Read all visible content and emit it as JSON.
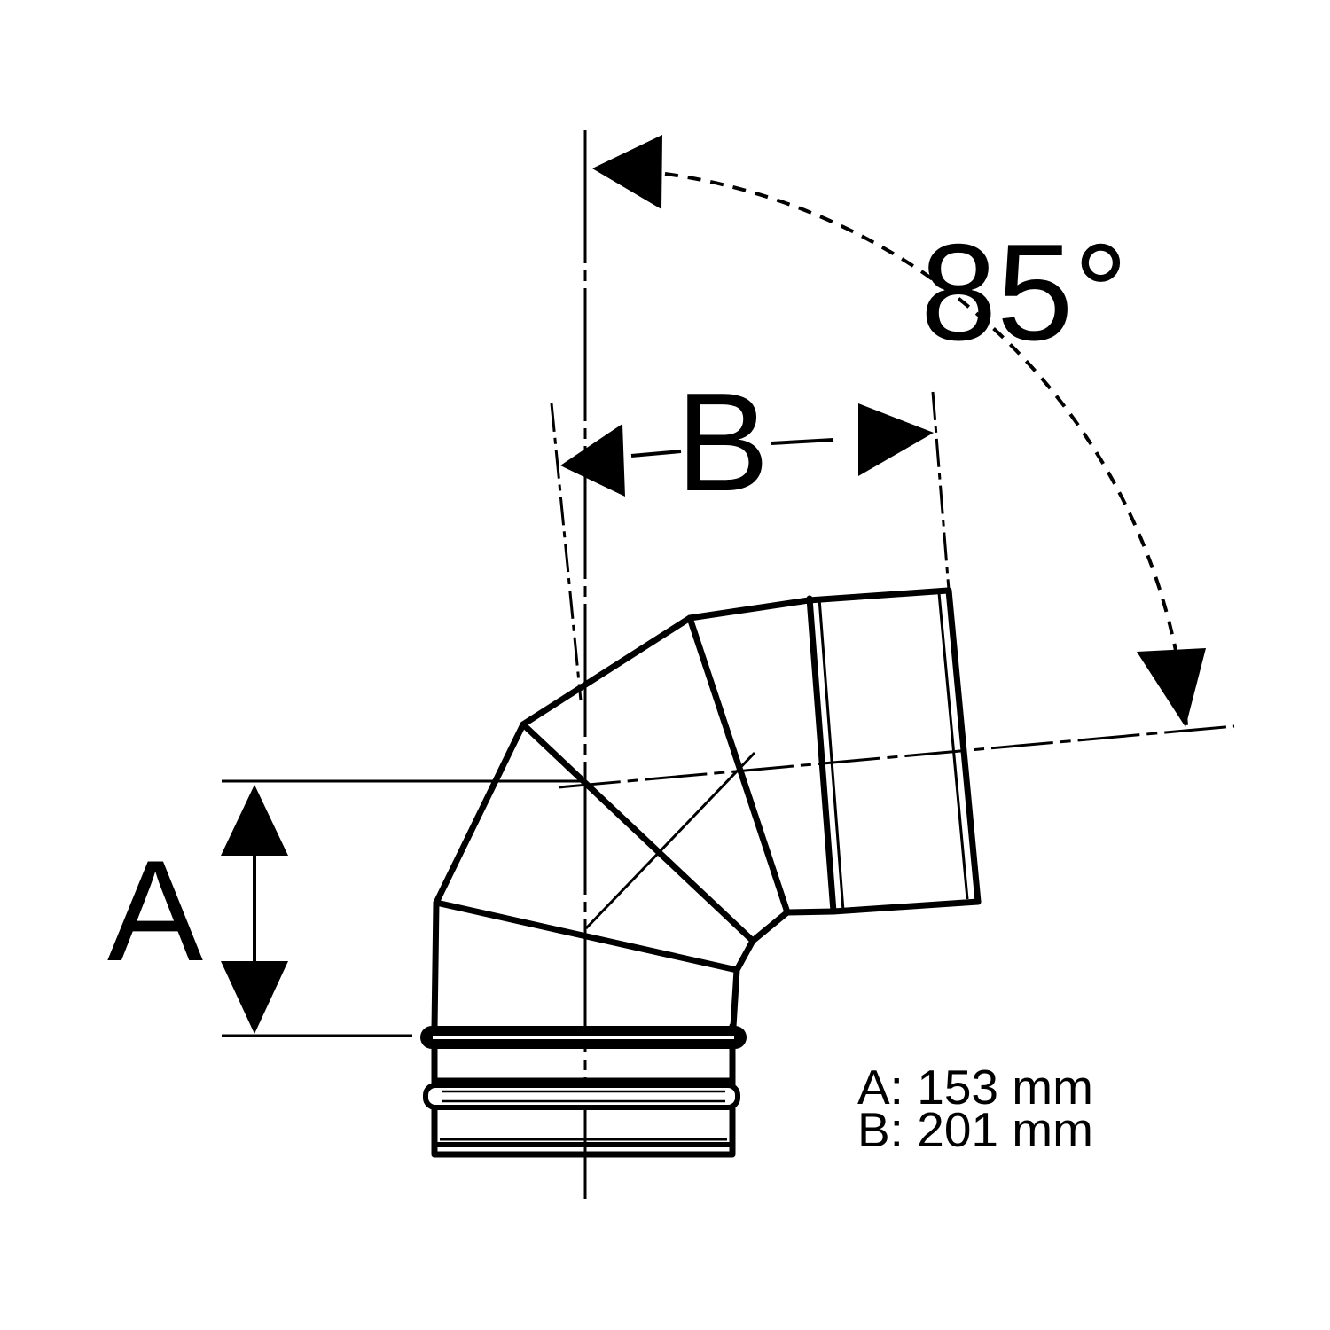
{
  "drawing": {
    "subject": "85 degree adjustable flue pipe elbow, side view technical drawing",
    "view": "side"
  },
  "angle": {
    "label": "85°",
    "value": 85,
    "unit": "degrees"
  },
  "dimension_a": {
    "letter": "A",
    "value": 153,
    "unit": "mm"
  },
  "dimension_b": {
    "letter": "B",
    "value": 201,
    "unit": "mm"
  },
  "legend": {
    "line_a": "A: 153 mm",
    "line_b": "B: 201 mm"
  },
  "colors": {
    "ink": "#000000",
    "background": "#ffffff"
  }
}
